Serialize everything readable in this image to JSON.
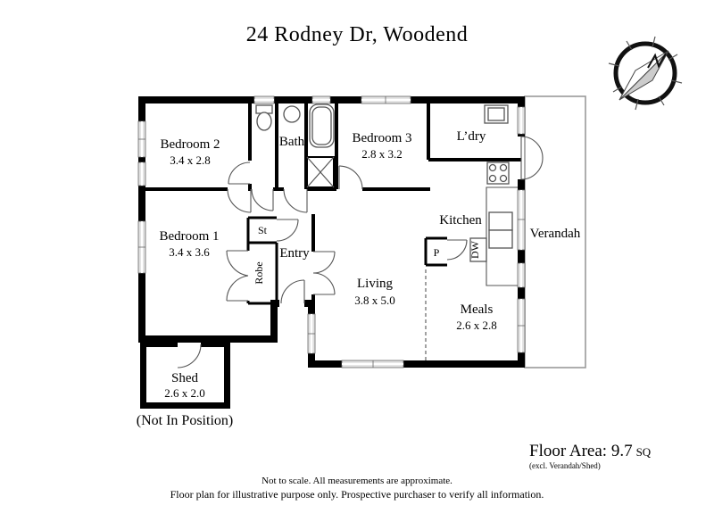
{
  "header": {
    "title": "24 Rodney Dr, Woodend"
  },
  "rooms": {
    "bedroom2": {
      "name": "Bedroom 2",
      "dims": "3.4 x 2.8"
    },
    "bath": {
      "name": "Bath"
    },
    "bedroom3": {
      "name": "Bedroom 3",
      "dims": "2.8 x 3.2"
    },
    "laundry": {
      "name": "L’dry"
    },
    "bedroom1": {
      "name": "Bedroom 1",
      "dims": "3.4 x 3.6"
    },
    "store": {
      "name": "St"
    },
    "entry": {
      "name": "Entry"
    },
    "robe": {
      "name": "Robe"
    },
    "kitchen": {
      "name": "Kitchen"
    },
    "pantry": {
      "name": "P"
    },
    "dishwasher": {
      "name": "DW"
    },
    "verandah": {
      "name": "Verandah"
    },
    "living": {
      "name": "Living",
      "dims": "3.8 x 5.0"
    },
    "meals": {
      "name": "Meals",
      "dims": "2.6 x 2.8"
    },
    "shed": {
      "name": "Shed",
      "dims": "2.6 x 2.0",
      "note": "(Not In Position)"
    }
  },
  "floor_area": {
    "label": "Floor Area: 9.7",
    "unit": "SQ",
    "note": "(excl. Verandah/Shed)"
  },
  "footer": {
    "line1": "Not to scale. All measurements are approximate.",
    "line2": "Floor plan for illustrative purpose only. Prospective purchaser to verify all information."
  },
  "colors": {
    "wall": "#000000",
    "window": "#e2e2e2",
    "background": "#ffffff"
  }
}
